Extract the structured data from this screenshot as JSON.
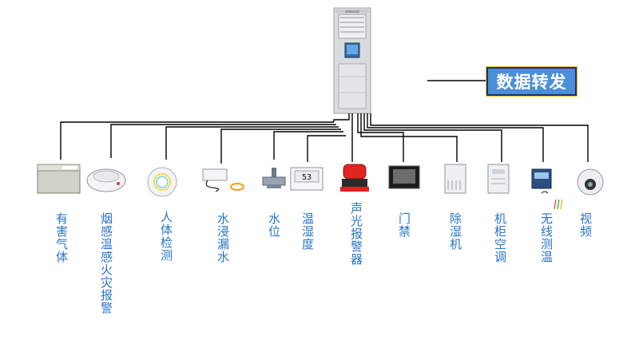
{
  "diagram": {
    "hub_label": "数据转发",
    "cabinet_badge": "系统综合监控",
    "devices": [
      {
        "label": "有害气体",
        "icon": "gas-detector-icon"
      },
      {
        "label": "烟感温感火灾报警",
        "icon": "smoke-detector-icon"
      },
      {
        "label": "人体检测",
        "icon": "motion-sensor-icon"
      },
      {
        "label": "水浸漏水",
        "icon": "water-leak-sensor-icon"
      },
      {
        "label": "水位",
        "icon": "water-level-sensor-icon"
      },
      {
        "label": "温湿度",
        "icon": "temp-humidity-meter-icon"
      },
      {
        "label": "声光报警器",
        "icon": "siren-alarm-icon"
      },
      {
        "label": "门禁",
        "icon": "access-control-icon"
      },
      {
        "label": "除湿机",
        "icon": "dehumidifier-icon"
      },
      {
        "label": "机柜空调",
        "icon": "cabinet-ac-icon"
      },
      {
        "label": "无线测温",
        "icon": "wireless-temp-icon"
      },
      {
        "label": "视频",
        "icon": "dome-camera-icon"
      }
    ],
    "colors": {
      "label_text": "#2874c7",
      "hub_box": "#4a8fd8",
      "lines": "#000000"
    }
  }
}
